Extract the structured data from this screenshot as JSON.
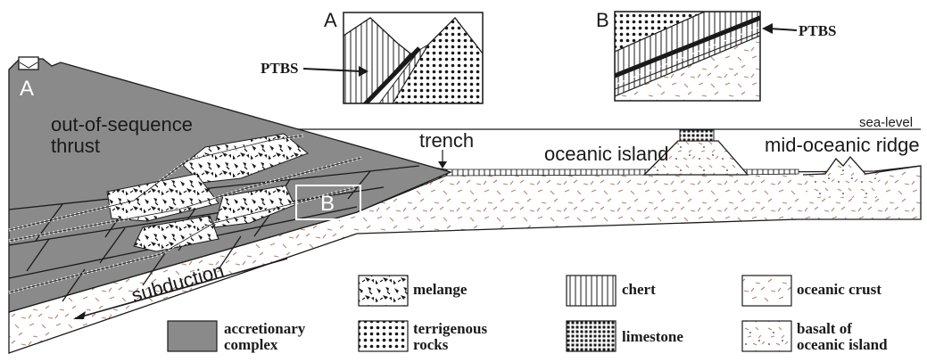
{
  "labels": {
    "sea_level": "sea-level",
    "trench": "trench",
    "oceanic_island": "oceanic island",
    "mid_oceanic_ridge": "mid-oceanic ridge",
    "out_of_sequence_line1": "out-of-sequence",
    "out_of_sequence_line2": "thrust",
    "subduction": "subduction",
    "marker_a": "A",
    "marker_b": "B"
  },
  "inset_a": {
    "title": "A",
    "ptbs": "PTBS"
  },
  "inset_b": {
    "title": "B",
    "ptbs": "PTBS"
  },
  "legend": {
    "accretionary_line1": "accretionary",
    "accretionary_line2": "complex",
    "melange": "melange",
    "terrigenous_line1": "terrigenous",
    "terrigenous_line2": "rocks",
    "chert": "chert",
    "limestone": "limestone",
    "oceanic_crust": "oceanic crust",
    "basalt_line1": "basalt of",
    "basalt_line2": "oceanic island"
  },
  "colors": {
    "accretionary_complex": "#8a8a8a",
    "outline": "#1a1a1a",
    "dash_red": "#c08a7a",
    "marker_text": "#ffffff"
  }
}
